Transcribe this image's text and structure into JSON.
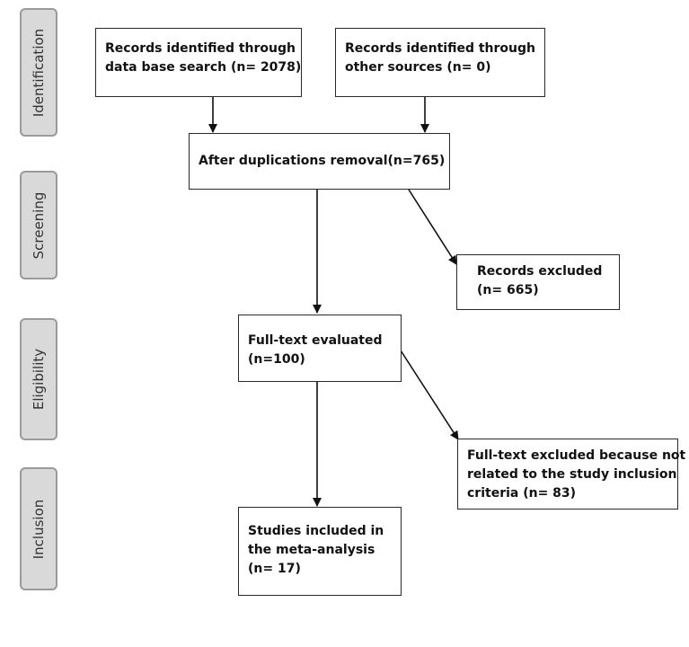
{
  "stages": {
    "identification": "Identification",
    "screening": "Screening",
    "eligibility": "Eligibility",
    "inclusion": "Inclusion"
  },
  "boxes": {
    "database": {
      "line1": "Records identified through",
      "line2": "data base search (n= 2078)"
    },
    "other": {
      "line1": "Records identified through",
      "line2": "other sources (n= 0)"
    },
    "dedup": {
      "line1": "After duplications removal(n=765)"
    },
    "excluded": {
      "line1": "Records excluded",
      "line2": "(n= 665)"
    },
    "fulltext": {
      "line1": "Full-text evaluated",
      "line2": "(n=100)"
    },
    "fulltext_excluded": {
      "line1": "Full-text excluded because not",
      "line2": "related to the study inclusion",
      "line3": "criteria (n= 83)"
    },
    "included": {
      "line1": "Studies included in",
      "line2": "the meta-analysis",
      "line3": "(n= 17)"
    }
  }
}
